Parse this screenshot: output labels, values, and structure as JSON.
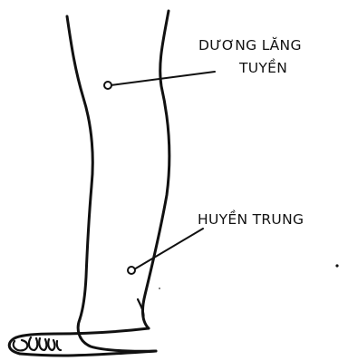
{
  "points": [
    {
      "name_lines": [
        "DƯƠNG LĂNG",
        "TUYỀN"
      ]
    },
    {
      "name_lines": [
        "HUYỀN TRUNG"
      ]
    }
  ],
  "colors": {
    "ink": "#111111",
    "background": "#ffffff"
  }
}
